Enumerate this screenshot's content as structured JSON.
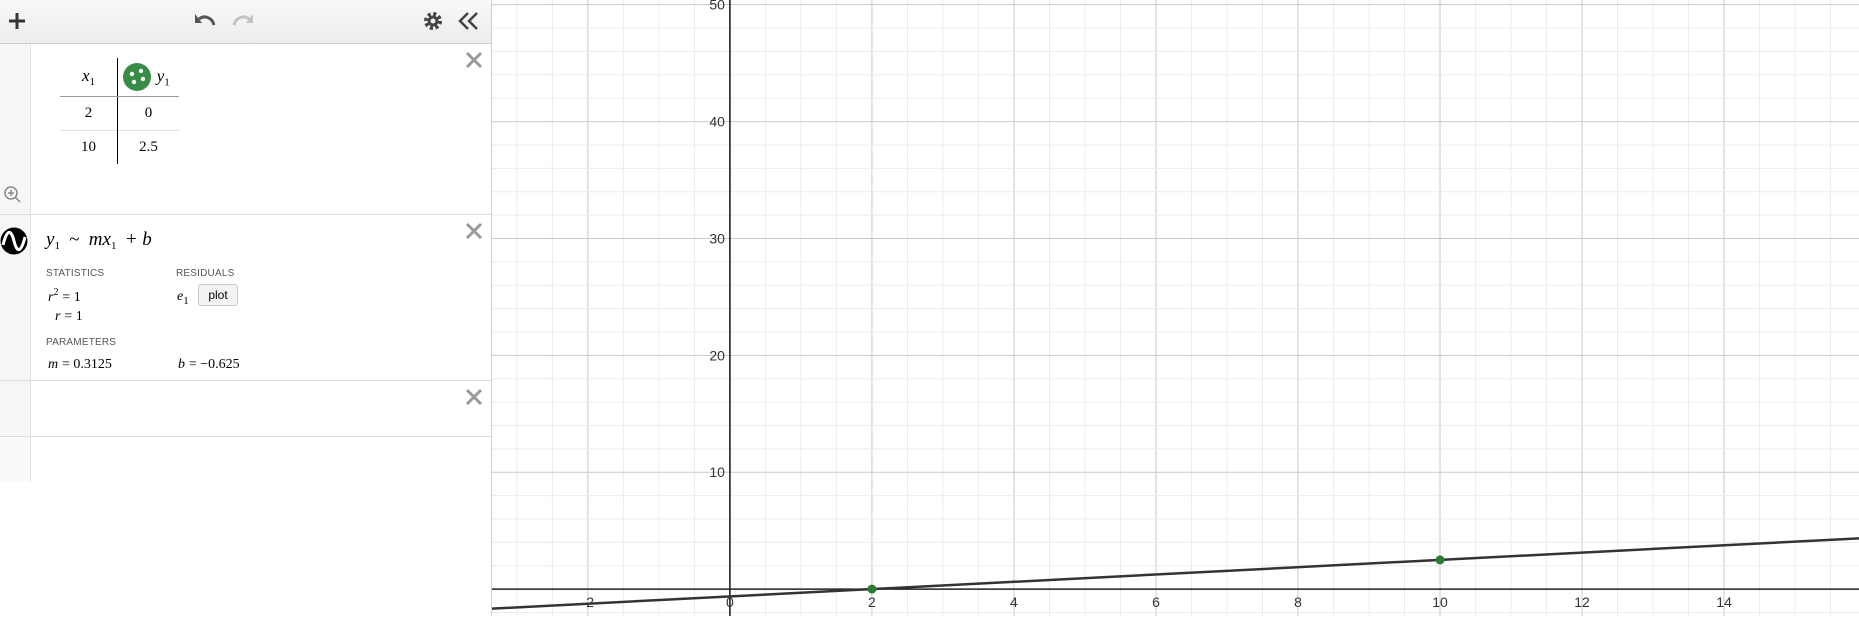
{
  "toolbar": {
    "icons": [
      "plus-icon",
      "undo-icon",
      "redo-icon",
      "gear-icon",
      "collapse-panel-icon"
    ]
  },
  "table": {
    "headers": {
      "x_var": "x",
      "x_sub": "1",
      "y_var": "y",
      "y_sub": "1"
    },
    "rows": [
      {
        "x": "2",
        "y": "0"
      },
      {
        "x": "10",
        "y": "2.5"
      }
    ],
    "point_color": "#388c46"
  },
  "regression": {
    "lhs": "y",
    "lhs_sub": "1",
    "tilde": "~",
    "m": "m",
    "x": "x",
    "x_sub": "1",
    "rest": "+ b",
    "statistics_label": "STATISTICS",
    "residuals_label": "RESIDUALS",
    "r2": "= 1",
    "r": "= 1",
    "residual_var": "e",
    "residual_sub": "1",
    "plot_label": "plot",
    "parameters_label": "PARAMETERS",
    "m_value": "= 0.3125",
    "b_value": "= −0.625"
  },
  "graph": {
    "x_ticks": [
      "-2",
      "0",
      "2",
      "4",
      "6",
      "8",
      "10",
      "12",
      "14"
    ],
    "y_ticks": [
      "10",
      "20",
      "30",
      "40",
      "50"
    ],
    "xlim": [
      -3.35,
      15.9
    ],
    "ylim": [
      -2.3,
      50.4
    ],
    "line": {
      "m": 0.3125,
      "b": -0.625,
      "color": "#333333"
    },
    "points": [
      {
        "x": 2,
        "y": 0
      },
      {
        "x": 10,
        "y": 2.5
      }
    ],
    "point_color": "#2d7a36"
  }
}
